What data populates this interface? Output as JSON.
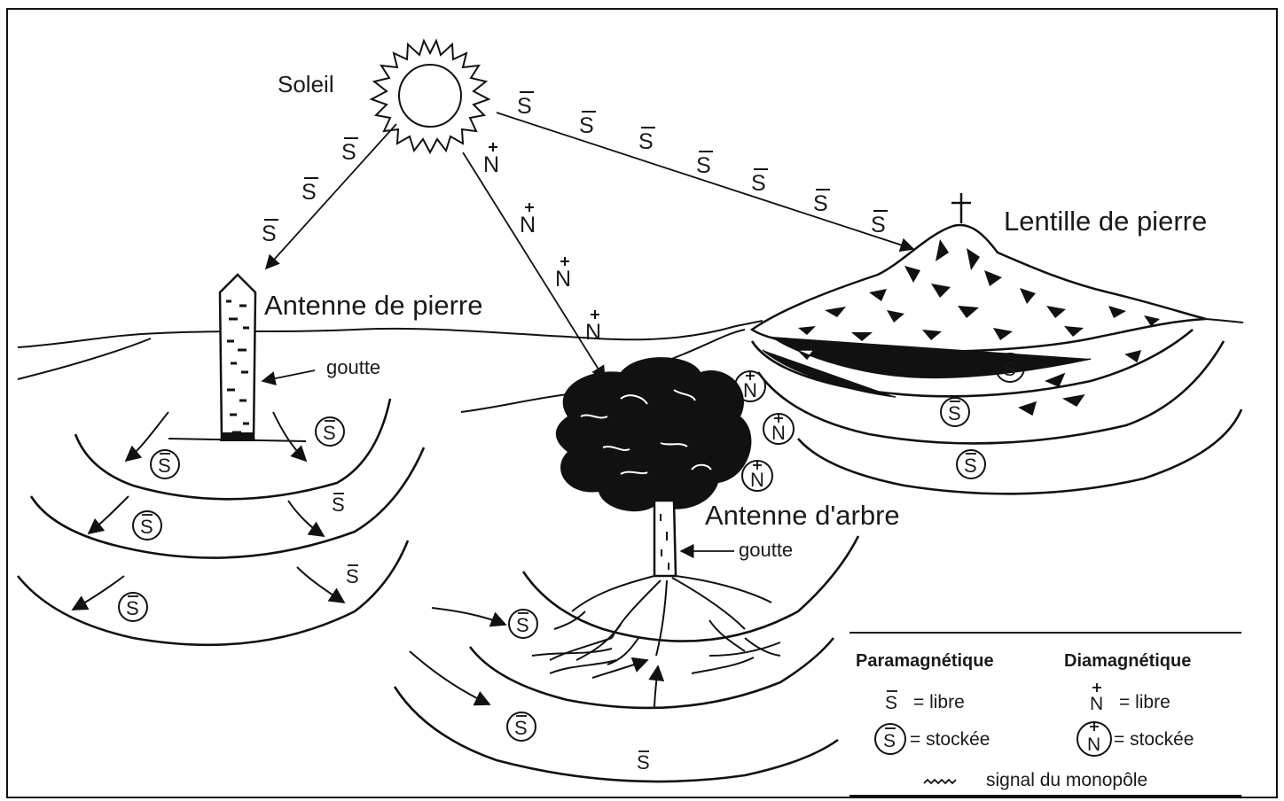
{
  "labels": {
    "sun": "Soleil",
    "stone_antenna": "Antenne de pierre",
    "stone_lens": "Lentille de pierre",
    "tree_antenna": "Antenne d'arbre",
    "drop_stone": "goutte",
    "drop_tree": "goutte"
  },
  "symbols": {
    "s_free": "S",
    "n_free": "N",
    "s_stored": "S",
    "n_stored": "N"
  },
  "legend": {
    "para_title": "Paramagnétique",
    "dia_title": "Diamagnétique",
    "para_free": "= libre",
    "para_stored": "= stockée",
    "dia_free": "= libre",
    "dia_stored": "= stockée",
    "signal": "signal du monopôle"
  }
}
